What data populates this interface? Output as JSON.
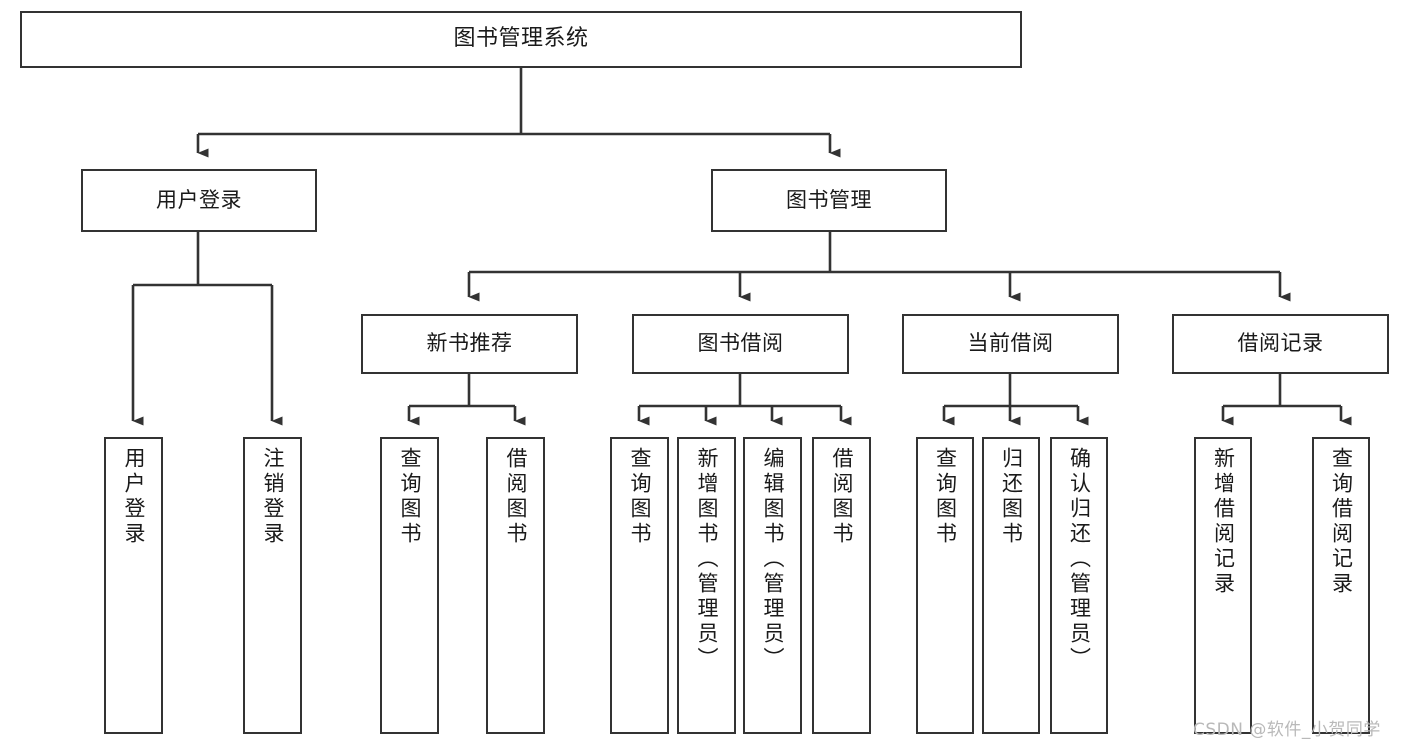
{
  "diagram": {
    "title": "图书管理系统",
    "type": "tree-hierarchy",
    "direction": "top-down",
    "colors": {
      "node_border": "#333333",
      "node_fill": "#ffffff",
      "edge": "#333333",
      "text": "#1a1a1a",
      "watermark": "#b9b9b9"
    }
  },
  "watermark": {
    "text": "CSDN @软件_小贺同学"
  },
  "nodes": {
    "root": {
      "id": "root",
      "label": "图书管理系统",
      "level": 1,
      "orientation": "horizontal"
    },
    "level2": [
      {
        "id": "user-login",
        "label": "用户登录",
        "level": 2,
        "orientation": "horizontal"
      },
      {
        "id": "book-manage",
        "label": "图书管理",
        "level": 2,
        "orientation": "horizontal"
      }
    ],
    "level3": [
      {
        "id": "new-book-recommend",
        "label": "新书推荐",
        "level": 3,
        "orientation": "horizontal"
      },
      {
        "id": "book-borrow",
        "label": "图书借阅",
        "level": 3,
        "orientation": "horizontal"
      },
      {
        "id": "current-borrow",
        "label": "当前借阅",
        "level": 3,
        "orientation": "horizontal"
      },
      {
        "id": "borrow-record",
        "label": "借阅记录",
        "level": 3,
        "orientation": "horizontal"
      }
    ],
    "leaves": [
      {
        "id": "leaf-user-login",
        "label": "用户登录",
        "parent": "user-login",
        "orientation": "vertical"
      },
      {
        "id": "leaf-user-logout",
        "label": "注销登录",
        "parent": "user-login",
        "orientation": "vertical"
      },
      {
        "id": "leaf-query-book-1",
        "label": "查询图书",
        "parent": "new-book-recommend",
        "orientation": "vertical"
      },
      {
        "id": "leaf-borrow-book-1",
        "label": "借阅图书",
        "parent": "new-book-recommend",
        "orientation": "vertical"
      },
      {
        "id": "leaf-query-book-2",
        "label": "查询图书",
        "parent": "book-borrow",
        "orientation": "vertical"
      },
      {
        "id": "leaf-add-book",
        "label": "新增图书（管理员）",
        "parent": "book-borrow",
        "orientation": "vertical"
      },
      {
        "id": "leaf-edit-book",
        "label": "编辑图书（管理员）",
        "parent": "book-borrow",
        "orientation": "vertical"
      },
      {
        "id": "leaf-borrow-book-2",
        "label": "借阅图书",
        "parent": "book-borrow",
        "orientation": "vertical"
      },
      {
        "id": "leaf-query-book-3",
        "label": "查询图书",
        "parent": "current-borrow",
        "orientation": "vertical"
      },
      {
        "id": "leaf-return-book",
        "label": "归还图书",
        "parent": "current-borrow",
        "orientation": "vertical"
      },
      {
        "id": "leaf-confirm-return",
        "label": "确认归还（管理员）",
        "parent": "current-borrow",
        "orientation": "vertical"
      },
      {
        "id": "leaf-add-record",
        "label": "新增借阅记录",
        "parent": "borrow-record",
        "orientation": "vertical"
      },
      {
        "id": "leaf-query-record",
        "label": "查询借阅记录",
        "parent": "borrow-record",
        "orientation": "vertical"
      }
    ]
  }
}
